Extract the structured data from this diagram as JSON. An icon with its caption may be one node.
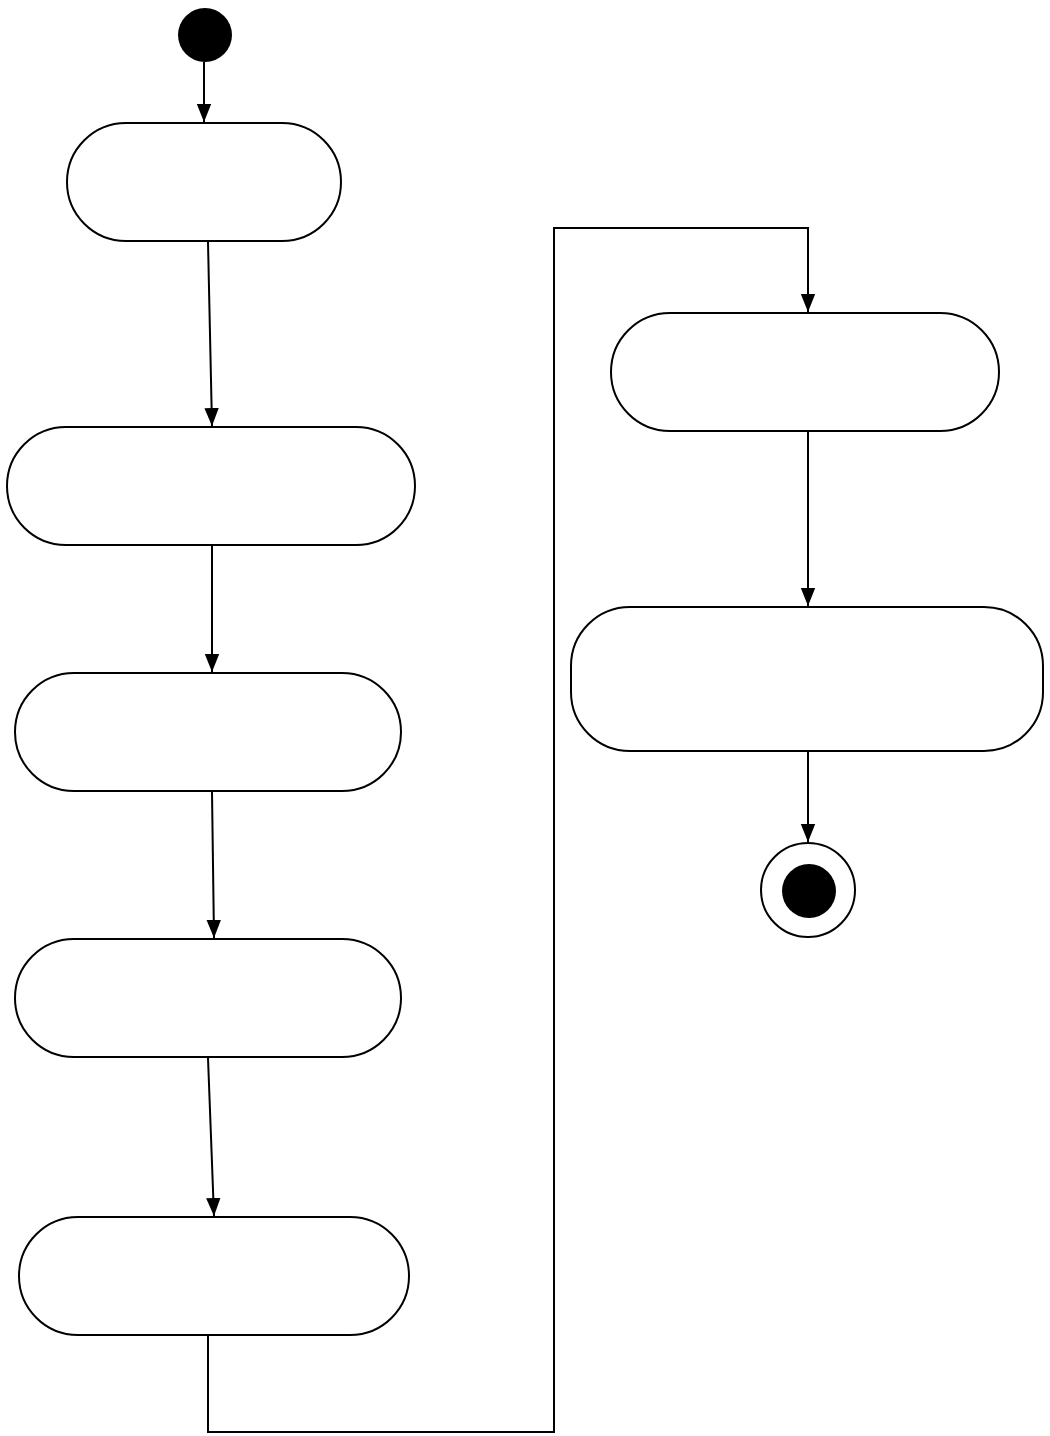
{
  "diagram": {
    "nodes": [
      {
        "text": [],
        "shape": "circle"
      },
      {
        "text": [],
        "shape": "box"
      },
      {
        "text": [],
        "shape": "box"
      },
      {
        "text": [],
        "shape": "box"
      },
      {
        "text": [],
        "shape": "box"
      },
      {
        "text": [],
        "shape": "box"
      },
      {
        "text": [],
        "shape": "box"
      },
      {
        "text": [],
        "shape": "box"
      },
      {
        "text": [],
        "shape": "circle"
      }
    ],
    "edges": [
      {
        "from": 0,
        "to": 1,
        "arrow": "to"
      },
      {
        "from": 1,
        "to": 2,
        "arrow": "to"
      },
      {
        "from": 2,
        "to": 3,
        "arrow": "to"
      },
      {
        "from": 3,
        "to": 4,
        "arrow": "to"
      },
      {
        "from": 4,
        "to": 5,
        "arrow": "to"
      },
      {
        "from": 5,
        "to": 6,
        "arrow": "to"
      },
      {
        "from": 6,
        "to": 7,
        "arrow": "to"
      },
      {
        "from": 7,
        "to": 8,
        "arrow": "to"
      }
    ]
  }
}
